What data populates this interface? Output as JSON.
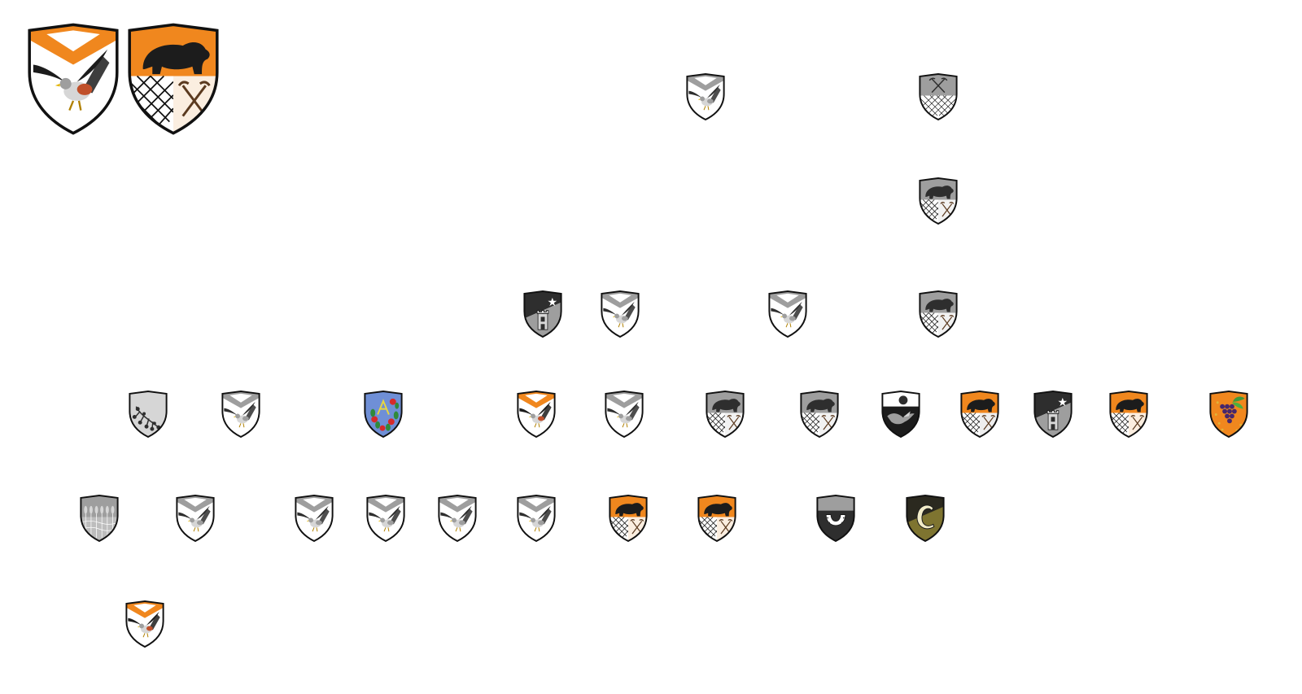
{
  "colors": {
    "orange": "#f0871e",
    "black": "#1c1c1c",
    "white": "#ffffff",
    "outline": "#111111",
    "gray_light": "#d6d6d6",
    "gray_mid": "#9e9e9e",
    "gray_dark": "#2e2e2e",
    "blue": "#6f8fd6",
    "olive": "#7e7430",
    "purple": "#46276b",
    "brown": "#5b3a1f"
  },
  "legend": [
    {
      "id": "hawk-crest-large",
      "design": "hawk",
      "palette": "color"
    },
    {
      "id": "bear-crest-large",
      "design": "bear",
      "palette": "color"
    }
  ],
  "tree": [
    {
      "id": "r1-hawk",
      "design": "hawk",
      "palette": "gray"
    },
    {
      "id": "r1-picks",
      "design": "picks",
      "palette": "gray"
    },
    {
      "id": "r2-bear",
      "design": "bear",
      "palette": "gray"
    },
    {
      "id": "r3-tower",
      "design": "tower",
      "palette": "gray"
    },
    {
      "id": "r3-hawk-a",
      "design": "hawk",
      "palette": "gray"
    },
    {
      "id": "r3-hawk-b",
      "design": "hawk",
      "palette": "gray"
    },
    {
      "id": "r3-bear",
      "design": "bear",
      "palette": "gray"
    },
    {
      "id": "r4-branch",
      "design": "branch",
      "palette": "gray"
    },
    {
      "id": "r4-hawk-a",
      "design": "hawk",
      "palette": "gray"
    },
    {
      "id": "r4-flowers",
      "design": "flowers",
      "palette": "blue"
    },
    {
      "id": "r4-hawk-color",
      "design": "hawk",
      "palette": "color"
    },
    {
      "id": "r4-hawk-b",
      "design": "hawk",
      "palette": "gray"
    },
    {
      "id": "r4-bear-a",
      "design": "bear",
      "palette": "gray"
    },
    {
      "id": "r4-bear-b",
      "design": "bear",
      "palette": "gray"
    },
    {
      "id": "r4-bird-dark",
      "design": "birddark",
      "palette": "dark"
    },
    {
      "id": "r4-bear-orange-gray",
      "design": "bear",
      "palette": "mixed"
    },
    {
      "id": "r4-tower",
      "design": "tower",
      "palette": "gray"
    },
    {
      "id": "r4-bear-color",
      "design": "bear",
      "palette": "color"
    },
    {
      "id": "r4-grapes",
      "design": "grapes",
      "palette": "purple"
    },
    {
      "id": "r5-reeds",
      "design": "reeds",
      "palette": "gray"
    },
    {
      "id": "r5-hawk-a",
      "design": "hawk",
      "palette": "gray"
    },
    {
      "id": "r5-hawk-b",
      "design": "hawk",
      "palette": "gray"
    },
    {
      "id": "r5-hawk-c",
      "design": "hawk",
      "palette": "gray"
    },
    {
      "id": "r5-hawk-d",
      "design": "hawk",
      "palette": "gray"
    },
    {
      "id": "r5-hawk-e",
      "design": "hawk",
      "palette": "gray"
    },
    {
      "id": "r5-bear-color-a",
      "design": "bear",
      "palette": "color"
    },
    {
      "id": "r5-bear-color-b",
      "design": "bear",
      "palette": "color"
    },
    {
      "id": "r5-horseshoe",
      "design": "horseshoe",
      "palette": "dark"
    },
    {
      "id": "r5-letter",
      "design": "letter",
      "palette": "olive"
    },
    {
      "id": "r6-hawk-color",
      "design": "hawk",
      "palette": "color"
    }
  ]
}
